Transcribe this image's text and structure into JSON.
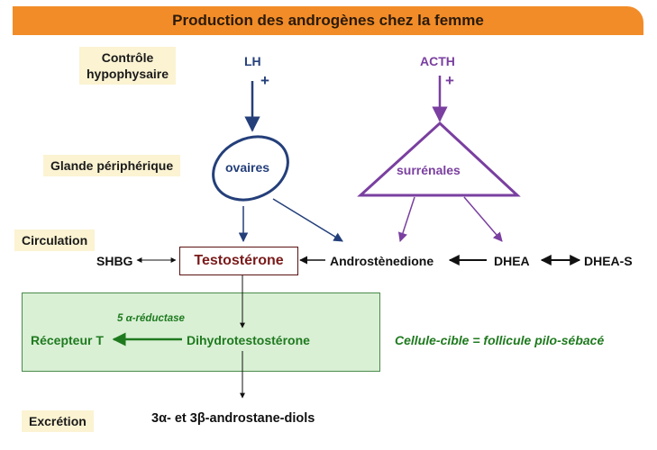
{
  "title": "Production des androgènes chez la femme",
  "levels": {
    "control": [
      "Contrôle",
      "hypophysaire"
    ],
    "gland": "Glande périphérique",
    "circulation": "Circulation",
    "excretion": "Excrétion"
  },
  "hormones": {
    "lh": "LH",
    "acth": "ACTH",
    "plus": "+"
  },
  "organs": {
    "ovaries": "ovaires",
    "adrenals": "surrénales"
  },
  "molecules": {
    "shbg": "SHBG",
    "testosterone": "Testostérone",
    "androstenedione": "Androstènedione",
    "dhea": "DHEA",
    "dhea_s": "DHEA-S",
    "enzyme": "5 α-réductase",
    "receptor": "Récepteur T",
    "dht": "Dihydrotestostérone",
    "target_cell": "Cellule-cible = follicule pilo-sébacé",
    "excretion_products": "3α- et  3β-androstane-diols"
  },
  "colors": {
    "banner": "#f28c28",
    "label_bg": "#fbf3d2",
    "lh_path": "#243f7a",
    "acth_path": "#7a3fa0",
    "green_box": "#d9f0d5",
    "testosterone_border": "#5a1010"
  }
}
